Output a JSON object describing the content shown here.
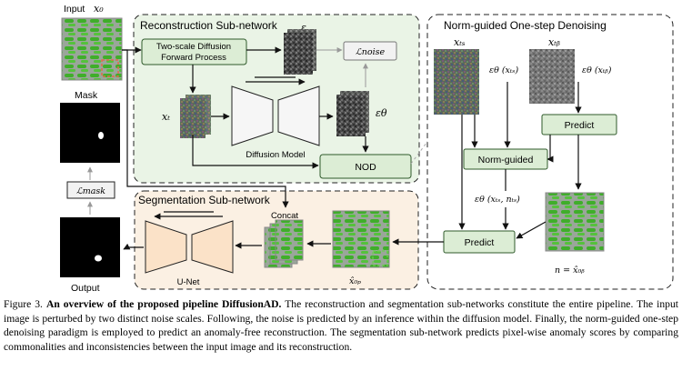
{
  "labels": {
    "input": "Input",
    "input_var": "x₀",
    "mask": "Mask",
    "output": "Output",
    "l_mask": "ℒmask",
    "l_noise": "ℒnoise",
    "recon_title": "Reconstruction Sub-network",
    "fwd_line1": "Two-scale Diffusion",
    "fwd_line2": "Forward Process",
    "epsilon": "ε",
    "epsilon_theta": "εθ",
    "x_t": "xₜ",
    "diffusion_model": "Diffusion Model",
    "nod": "NOD",
    "seg_title": "Segmentation Sub-network",
    "concat": "Concat",
    "unet": "U-Net",
    "x0_hat_p": "x̂₀ₚ",
    "norm_title": "Norm-guided One-step Denoising",
    "x_ts": "xₜₛ",
    "x_tb": "xₜᵦ",
    "eps_ts": "εθ (xₜₛ)",
    "eps_tb": "εθ (xₜᵦ)",
    "predict": "Predict",
    "norm_guided": "Norm-guided",
    "eps_ts_nts": "εθ (xₜₛ, nₜₛ)",
    "n_eq": "n = x̂₀ᵦ"
  },
  "caption": {
    "fig_label": "Figure 3.",
    "bold_title": "An overview of the proposed pipeline DiffusionAD.",
    "text": "The reconstruction and segmentation sub-networks constitute the entire pipeline. The input image is perturbed by two distinct noise scales. Following, the noise is predicted by an inference within the diffusion model. Finally, the norm-guided one-step denoising paradigm is employed to predict an anomaly-free reconstruction. The segmentation sub-network predicts pixel-wise anomaly scores by comparing commonalities and inconsistencies between the input image and its reconstruction."
  },
  "colors": {
    "recon_bg": "#eaf4e6",
    "seg_bg": "#fbf0e3",
    "box_fill": "#dcedd5",
    "box_stroke": "#2f5a2b",
    "model_fill": "#f6f6f6",
    "unet_fill": "#fbe2c8",
    "loss_fill": "#f2f2f2"
  }
}
